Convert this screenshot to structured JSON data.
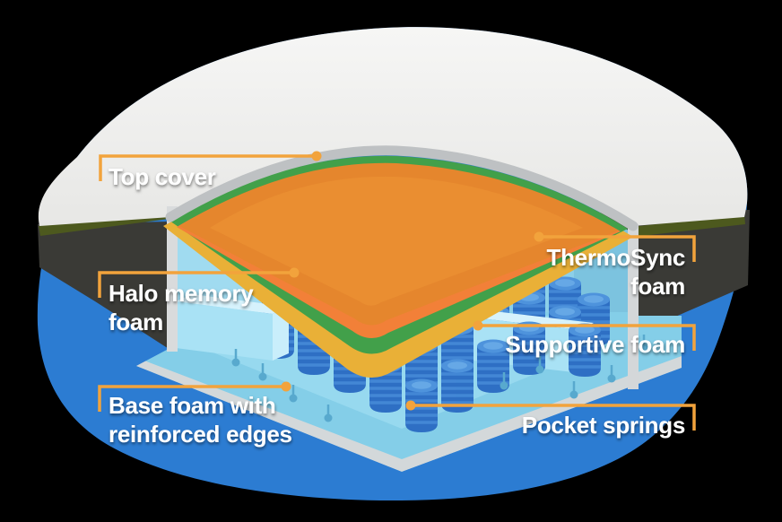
{
  "labels": {
    "top_cover": {
      "text": "Top cover"
    },
    "halo": {
      "line1": "Halo memory",
      "line2": "foam"
    },
    "thermosync": {
      "line1": "ThermoSync",
      "line2": "foam"
    },
    "supportive": {
      "text": "Supportive foam"
    },
    "pocket_springs": {
      "text": "Pocket springs"
    },
    "base_foam": {
      "line1": "Base foam with",
      "line2": "reinforced edges"
    }
  },
  "colors": {
    "background": "#000000",
    "cover_white": "#EFEFEE",
    "cover_rim_gray": "#BEC1C3",
    "olive_trim": "#4D591E",
    "side_charcoal": "#3A3A36",
    "base_skirt_blue": "#2C7CD2",
    "thermosync_orange": "#E5862D",
    "thermosync_orange_side": "#F28038",
    "halo_green": "#42A04A",
    "supportive_gold": "#E9B037",
    "spring_blue": "#2E6FC4",
    "base_foam_blue": "#84CEE8",
    "tray_rim_gray": "#D3D8DA",
    "rail_light_blue": "#A9E2F5",
    "interior_wall_blue": "#8CCFE8",
    "callout_amber": "#F2A33C",
    "label_white": "#FFFFFF"
  }
}
